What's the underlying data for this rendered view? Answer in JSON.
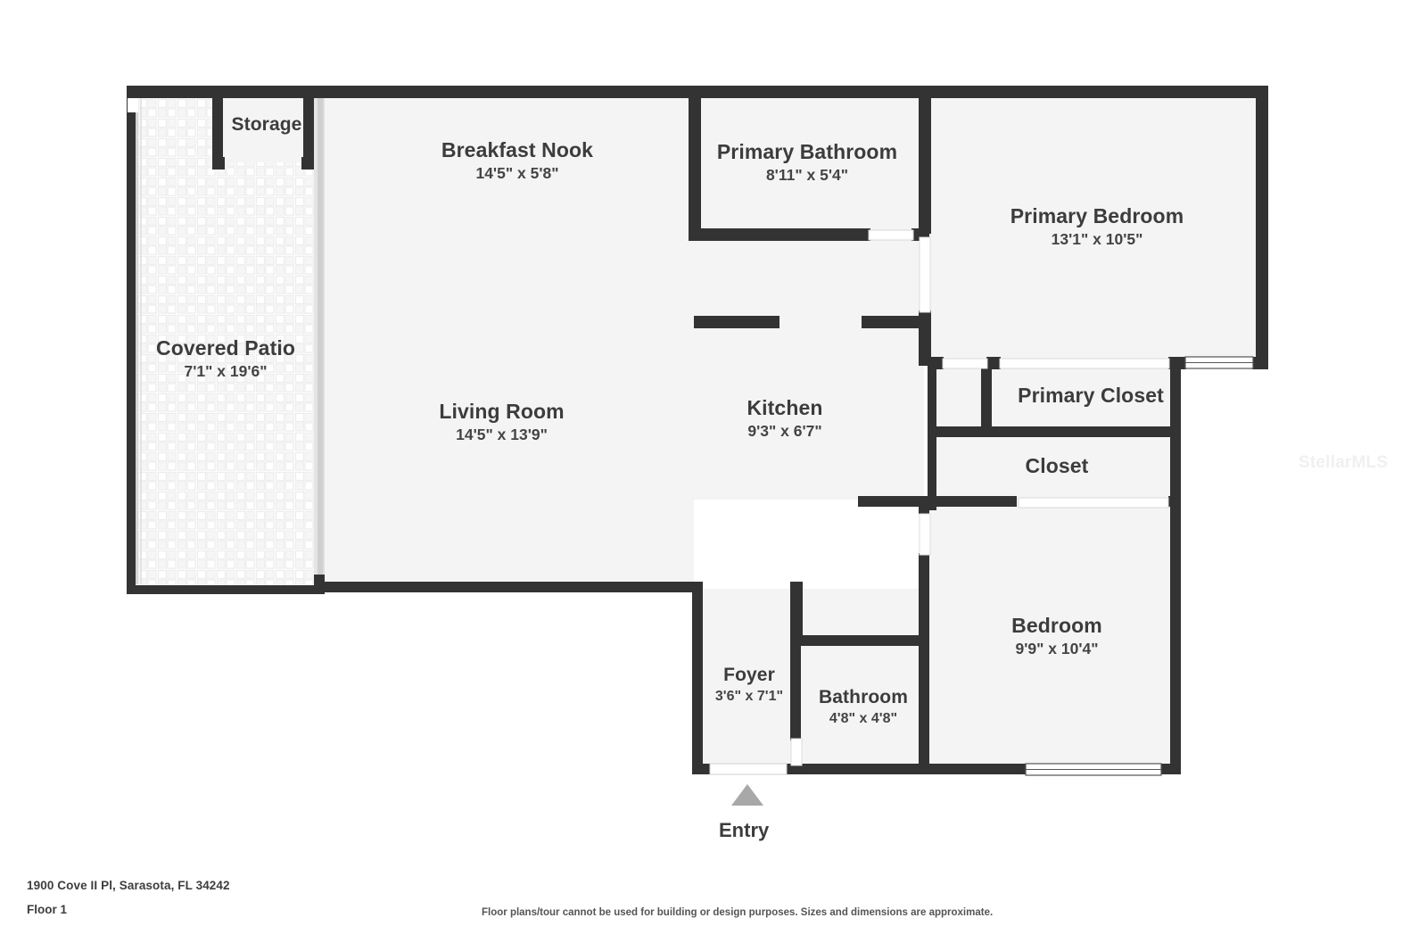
{
  "document": {
    "type": "floor-plan",
    "address": "1900 Cove II Pl, Sarasota, FL 34242",
    "floor": "Floor 1",
    "disclaimer": "Floor plans/tour cannot be used for building or design purposes. Sizes and dimensions are approximate.",
    "watermark": "StellarMLS",
    "entry_label": "Entry"
  },
  "colors": {
    "wall": "#333333",
    "room_fill": "#f4f4f4",
    "patio_fill": "#fafafa",
    "tile_line": "#e8e8e8",
    "text": "#3c3c3c",
    "dim_text": "#444444",
    "entry_arrow": "#a8a8a8",
    "background": "#ffffff",
    "watermark": "#f0f0f0"
  },
  "rooms": [
    {
      "id": "storage",
      "name": "Storage",
      "dimensions": ""
    },
    {
      "id": "covered-patio",
      "name": "Covered Patio",
      "dimensions": "7'1\" x 19'6\""
    },
    {
      "id": "breakfast-nook",
      "name": "Breakfast Nook",
      "dimensions": "14'5\" x 5'8\""
    },
    {
      "id": "primary-bathroom",
      "name": "Primary Bathroom",
      "dimensions": "8'11\" x 5'4\""
    },
    {
      "id": "primary-bedroom",
      "name": "Primary Bedroom",
      "dimensions": "13'1\" x 10'5\""
    },
    {
      "id": "living-room",
      "name": "Living Room",
      "dimensions": "14'5\" x 13'9\""
    },
    {
      "id": "kitchen",
      "name": "Kitchen",
      "dimensions": "9'3\" x 6'7\""
    },
    {
      "id": "primary-closet",
      "name": "Primary Closet",
      "dimensions": ""
    },
    {
      "id": "closet",
      "name": "Closet",
      "dimensions": ""
    },
    {
      "id": "bedroom",
      "name": "Bedroom",
      "dimensions": "9'9\" x 10'4\""
    },
    {
      "id": "foyer",
      "name": "Foyer",
      "dimensions": "3'6\" x 7'1\""
    },
    {
      "id": "bathroom",
      "name": "Bathroom",
      "dimensions": "4'8\" x 4'8\""
    }
  ]
}
